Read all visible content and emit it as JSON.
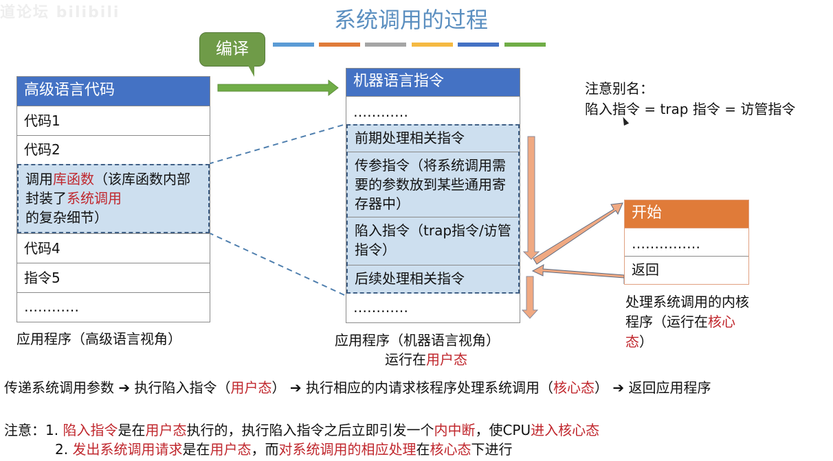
{
  "watermark": "道论坛 bilibili",
  "title": "系统调用的过程",
  "title_bar_colors": [
    "#5b9bd5",
    "#e07b39",
    "#a5a5a5",
    "#f5b942",
    "#4472c4",
    "#70ad47"
  ],
  "compile_bubble": "编译",
  "left_table": {
    "header": "高级语言代码",
    "rows": [
      "代码1",
      "代码2"
    ],
    "highlight": {
      "part1": "调用",
      "red1": "库函数",
      "part2": "（该库函数内部封装了",
      "red2": "系统调用",
      "part3": "的复杂细节）"
    },
    "rows_after": [
      "代码4",
      "指令5",
      "…………"
    ],
    "caption": "应用程序（高级语言视角）"
  },
  "middle_table": {
    "header": "机器语言指令",
    "row_top": "…………",
    "highlight_rows": [
      "前期处理相关指令",
      "传参指令（将系统调用需要的参数放到某些通用寄存器中）",
      "陷入指令（trap指令/访管指令）",
      "后续处理相关指令"
    ],
    "row_bottom": "…………",
    "caption_line1": "应用程序（机器语言视角）",
    "caption_line2_prefix": "运行在",
    "caption_line2_red": "用户态"
  },
  "alias_note": {
    "line1": "注意别名：",
    "line2": "陷入指令 = trap 指令 = 访管指令"
  },
  "kernel_table": {
    "header": "开始",
    "rows": [
      "……………",
      "返回"
    ],
    "caption_prefix": "处理系统调用的内核程序（运行在",
    "caption_red": "核心态",
    "caption_suffix": "）"
  },
  "summary": {
    "s1": "传递系统调用参数 ",
    "a1": "➔",
    "s2": " 执行陷入指令（",
    "r1": "用户态",
    "s3": "） ",
    "a2": "➔",
    "s4": " 执行相应的内请求核程序处理系统调用（",
    "r2": "核心态",
    "s5": "） ",
    "a3": "➔",
    "s6": " 返回应用程序"
  },
  "notes": {
    "label": "注意：",
    "n1": {
      "num": "1. ",
      "r1": "陷入指令",
      "t1": "是在",
      "r2": "用户态",
      "t2": "执行的，执行陷入指令之后立即引发一个",
      "r3": "内中断",
      "t3": "，使CPU",
      "r4": "进入核心态"
    },
    "n2": {
      "num": "2. ",
      "r1": "发出系统调用请求",
      "t1": "是在",
      "r2": "用户态",
      "t2": "，而",
      "r3": "对系统调用的相应处理",
      "t3": "在",
      "r4": "核心态",
      "t4": "下进行"
    }
  },
  "colors": {
    "header_blue": "#4472c4",
    "header_orange": "#e07b39",
    "highlight_blue": "#cddfef",
    "arrow_green": "#70ad47",
    "arrow_peach": "#f0a982",
    "emphasis_red": "#c0272d"
  }
}
